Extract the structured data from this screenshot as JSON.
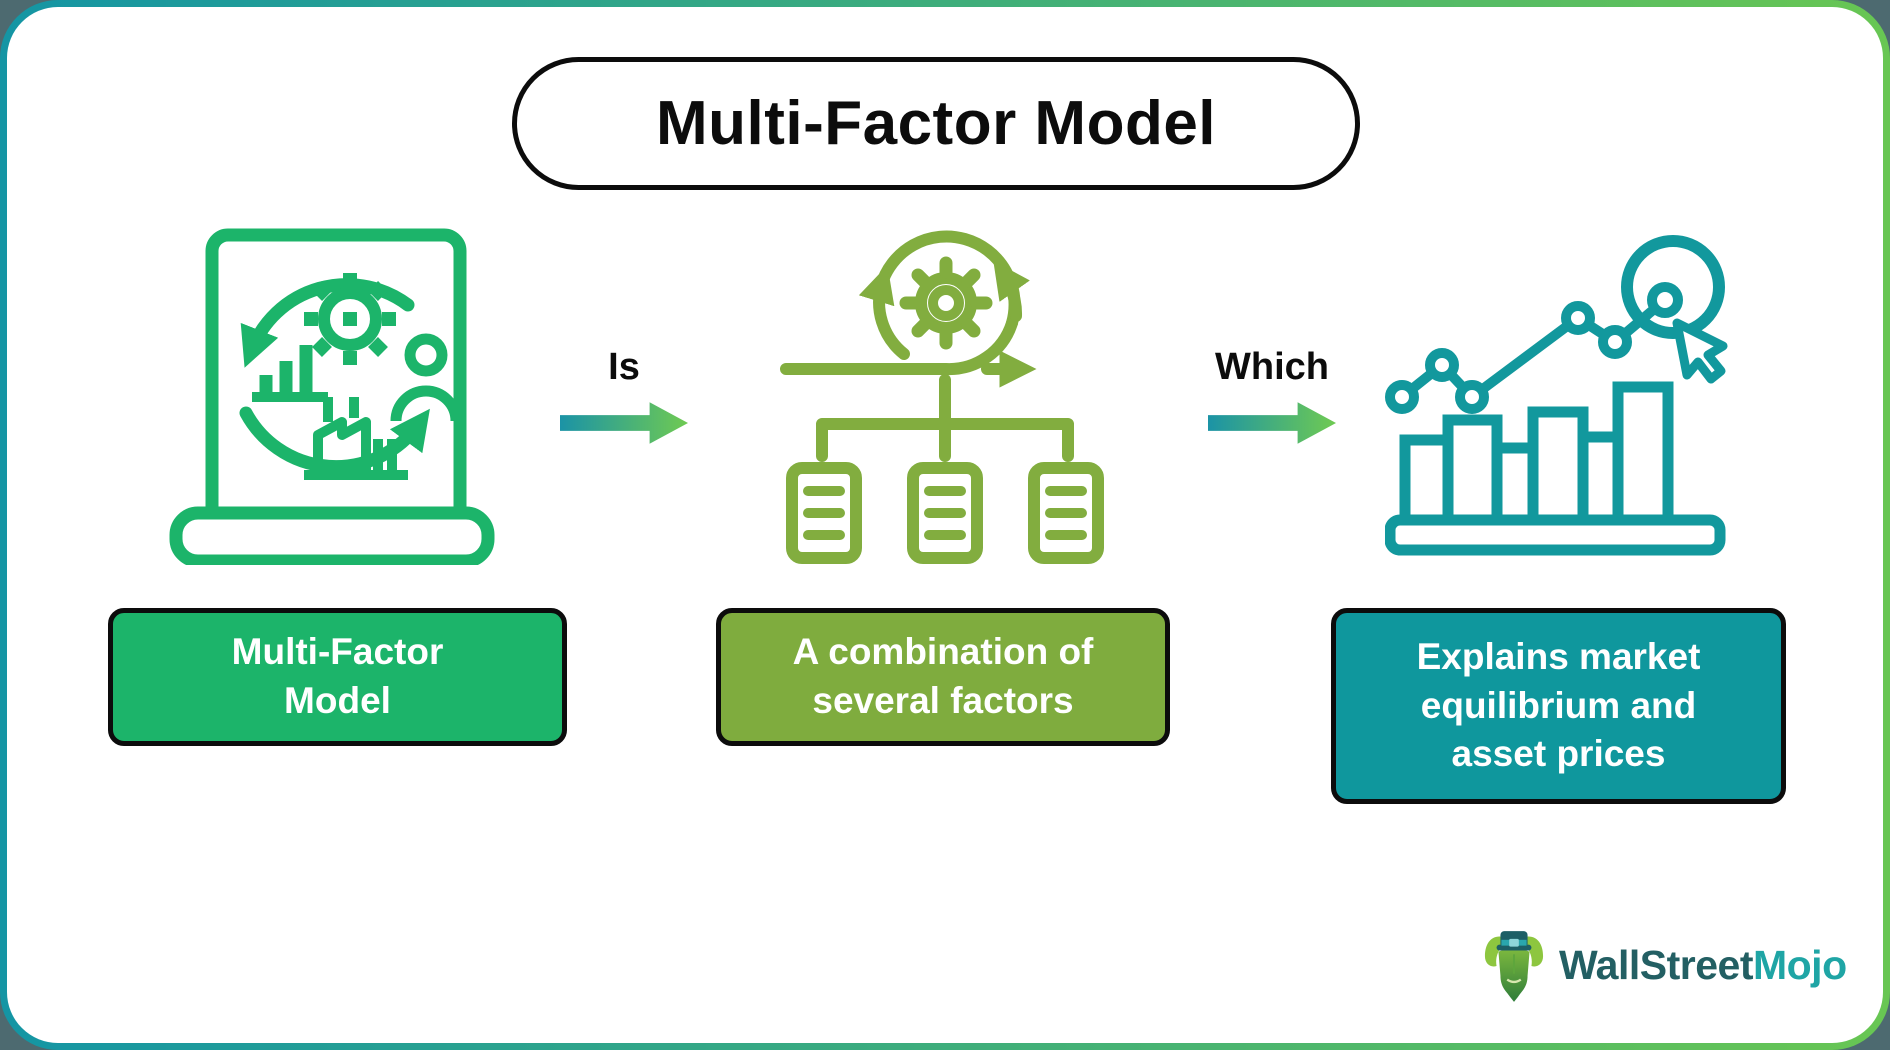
{
  "page": {
    "title": "Multi-Factor Model"
  },
  "connectors": {
    "is": "Is",
    "which": "Which"
  },
  "nodes": [
    {
      "label": "Multi-Factor Model",
      "icon": "clipboard-process-cycle-icon",
      "color": "#1cb46a"
    },
    {
      "label": "A combination of several factors",
      "icon": "gear-loop-documents-hierarchy-icon",
      "color": "#7fac3e"
    },
    {
      "label": "Explains market equilibrium and asset prices",
      "icon": "bar-chart-trend-cursor-icon",
      "color": "#0f979d"
    }
  ],
  "branding": {
    "name_primary": "WallStreet",
    "name_accent": "Mojo",
    "mascot": "bull-with-top-hat"
  },
  "colors": {
    "green": "#1cb46a",
    "olive_icon": "#82ad3f",
    "teal_icon": "#12989d",
    "frame_gradient_start": "#1495a4",
    "frame_gradient_end": "#68c653",
    "arrow_gradient_start": "#1b93a6",
    "arrow_gradient_end": "#6fca52",
    "heading_text": "#0c0c0c",
    "box_text": "#ffffff",
    "logo_primary": "#235f63",
    "logo_accent": "#1fa5a5",
    "outside_corner": "#4d6a70"
  }
}
